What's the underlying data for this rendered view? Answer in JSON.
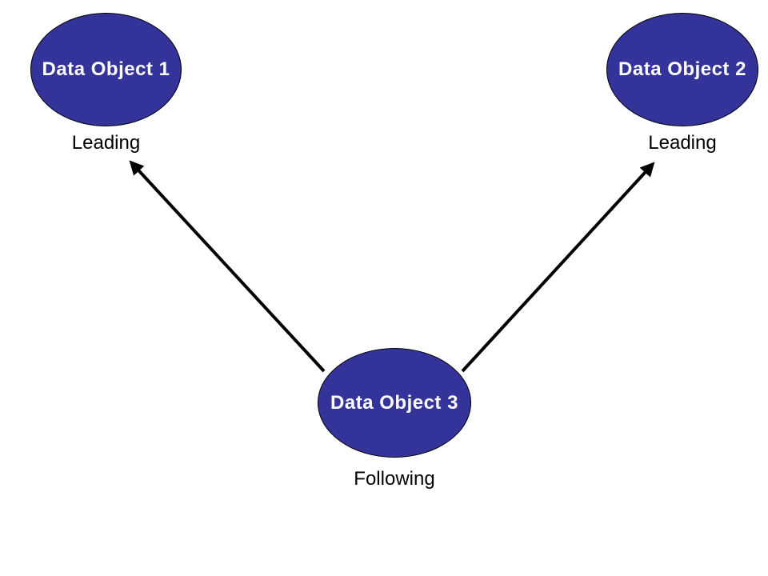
{
  "diagram": {
    "colors": {
      "background": "#ffffff",
      "node_fill": "#333399",
      "node_border": "#000000",
      "node_label_text": "#ffffff",
      "caption_text": "#000000",
      "arrow_color": "#000000"
    },
    "nodes": [
      {
        "id": "data-object-1",
        "label": "Data Object 1",
        "caption": "Leading"
      },
      {
        "id": "data-object-2",
        "label": "Data Object 2",
        "caption": "Leading"
      },
      {
        "id": "data-object-3",
        "label": "Data Object 3",
        "caption": "Following"
      }
    ],
    "edges": [
      {
        "from": "data-object-3",
        "to": "data-object-1",
        "style": "solid-arrow"
      },
      {
        "from": "data-object-3",
        "to": "data-object-2",
        "style": "solid-arrow"
      }
    ]
  }
}
